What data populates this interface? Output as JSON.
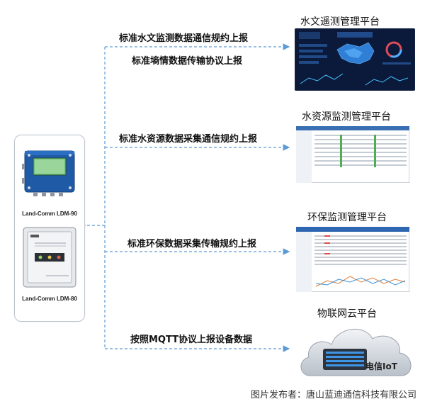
{
  "devices": [
    {
      "name": "Land-Comm LDM-90"
    },
    {
      "name": "Land-Comm LDM-80"
    }
  ],
  "links": [
    {
      "protocols": [
        "标准水文监测数据通信规约上报",
        "标准墒情数据传输协议上报"
      ],
      "platform": "水文遥测管理平台"
    },
    {
      "protocols": [
        "标准水资源数据采集通信规约上报"
      ],
      "platform": "水资源监测管理平台"
    },
    {
      "protocols": [
        "标准环保数据采集传输规约上报"
      ],
      "platform": "环保监测管理平台"
    },
    {
      "protocols": [
        "按照MQTT协议上报设备数据"
      ],
      "platform": "物联网云平台"
    }
  ],
  "cloud_badge": "电信IoT",
  "footer": "图片发布者：唐山蓝迪通信科技有限公司",
  "colors": {
    "connector": "#5b9bd5",
    "device_body": "#1e5aa6",
    "screen_bg": "#0b1a3a"
  }
}
